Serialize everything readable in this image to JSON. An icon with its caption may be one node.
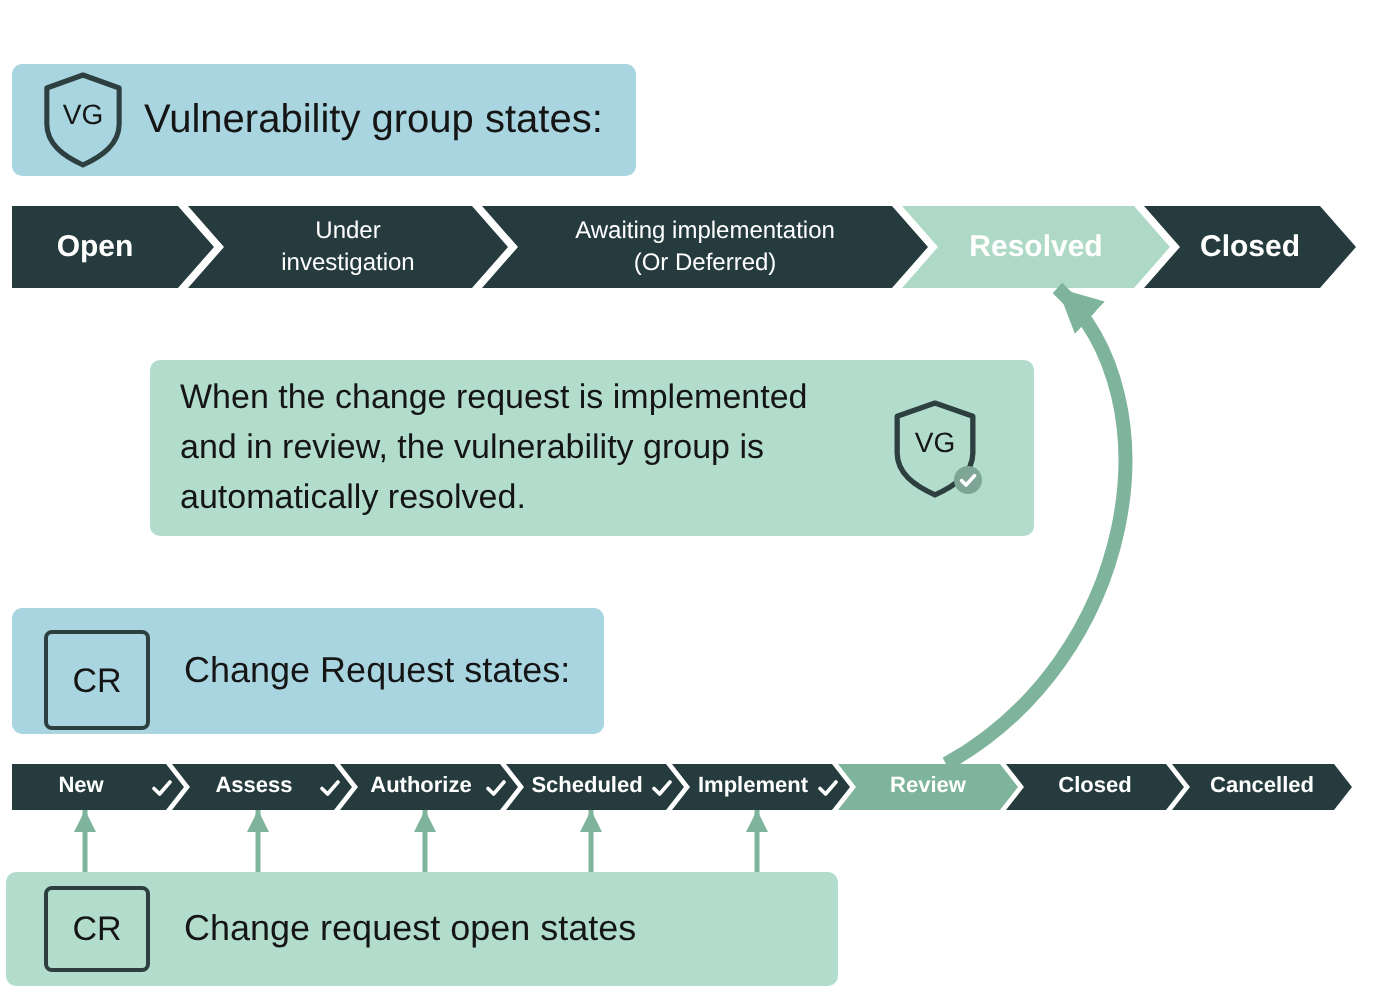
{
  "diagram": {
    "nodes": [
      {
        "text": [
          "Vulnerability group states:"
        ]
      },
      {
        "text": [
          "VG"
        ],
        "in": 0
      },
      {
        "text": [
          "Open"
        ]
      },
      {
        "text": [
          "Under investigation"
        ]
      },
      {
        "text": [
          "Awaiting implementation (Or Deferred)"
        ]
      },
      {
        "text": [
          "Resolved"
        ]
      },
      {
        "text": [
          "Closed"
        ]
      },
      {
        "text": [
          "When the change request is implemented and in review, the vulnerability group is automatically resolved."
        ]
      },
      {
        "text": [
          "VG"
        ],
        "in": 7
      },
      {
        "text": [
          "Change Request states:"
        ]
      },
      {
        "text": [
          "CR"
        ],
        "in": 9
      },
      {
        "text": [
          "New"
        ]
      },
      {
        "text": [
          "Assess"
        ]
      },
      {
        "text": [
          "Authorize"
        ]
      },
      {
        "text": [
          "Scheduled"
        ]
      },
      {
        "text": [
          "Implement"
        ]
      },
      {
        "text": [
          "Review"
        ]
      },
      {
        "text": [
          "Closed"
        ]
      },
      {
        "text": [
          "Cancelled"
        ]
      },
      {
        "text": [
          "Change request open states"
        ]
      },
      {
        "text": [
          "CR"
        ],
        "in": 19
      }
    ],
    "edges": [
      {
        "from": 19,
        "to": 11,
        "arrow": "to"
      },
      {
        "from": 19,
        "to": 12,
        "arrow": "to"
      },
      {
        "from": 19,
        "to": 13,
        "arrow": "to"
      },
      {
        "from": 19,
        "to": 14,
        "arrow": "to"
      },
      {
        "from": 19,
        "to": 15,
        "arrow": "to"
      },
      {
        "from": 16,
        "to": 5,
        "arrow": "to",
        "style": "thick"
      }
    ]
  }
}
